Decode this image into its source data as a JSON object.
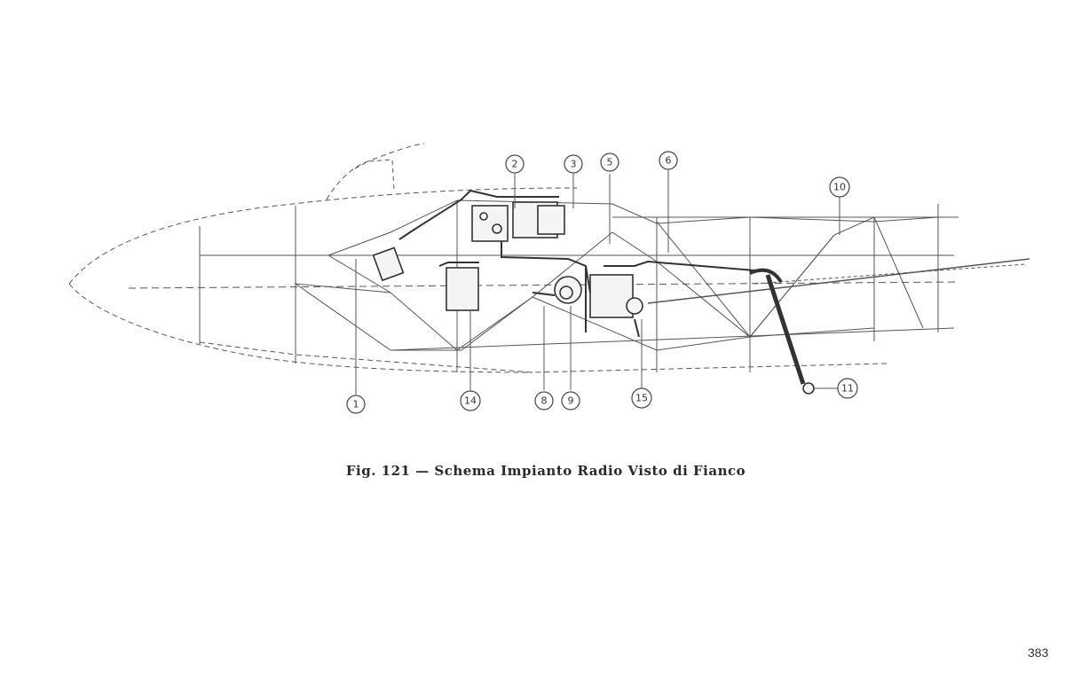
{
  "figure": {
    "caption": "Fig. 121 — Schema Impianto Radio Visto di Fianco",
    "page_number": "383"
  },
  "callouts": [
    {
      "id": "c1",
      "label": "1"
    },
    {
      "id": "c2",
      "label": "2"
    },
    {
      "id": "c3",
      "label": "3"
    },
    {
      "id": "c5",
      "label": "5"
    },
    {
      "id": "c6",
      "label": "6"
    },
    {
      "id": "c8",
      "label": "8"
    },
    {
      "id": "c9",
      "label": "9"
    },
    {
      "id": "c10",
      "label": "10"
    },
    {
      "id": "c11",
      "label": "11"
    },
    {
      "id": "c14",
      "label": "14"
    },
    {
      "id": "c15",
      "label": "15"
    }
  ],
  "colors": {
    "ink": "#4a4a4a",
    "paper": "#ffffff"
  }
}
